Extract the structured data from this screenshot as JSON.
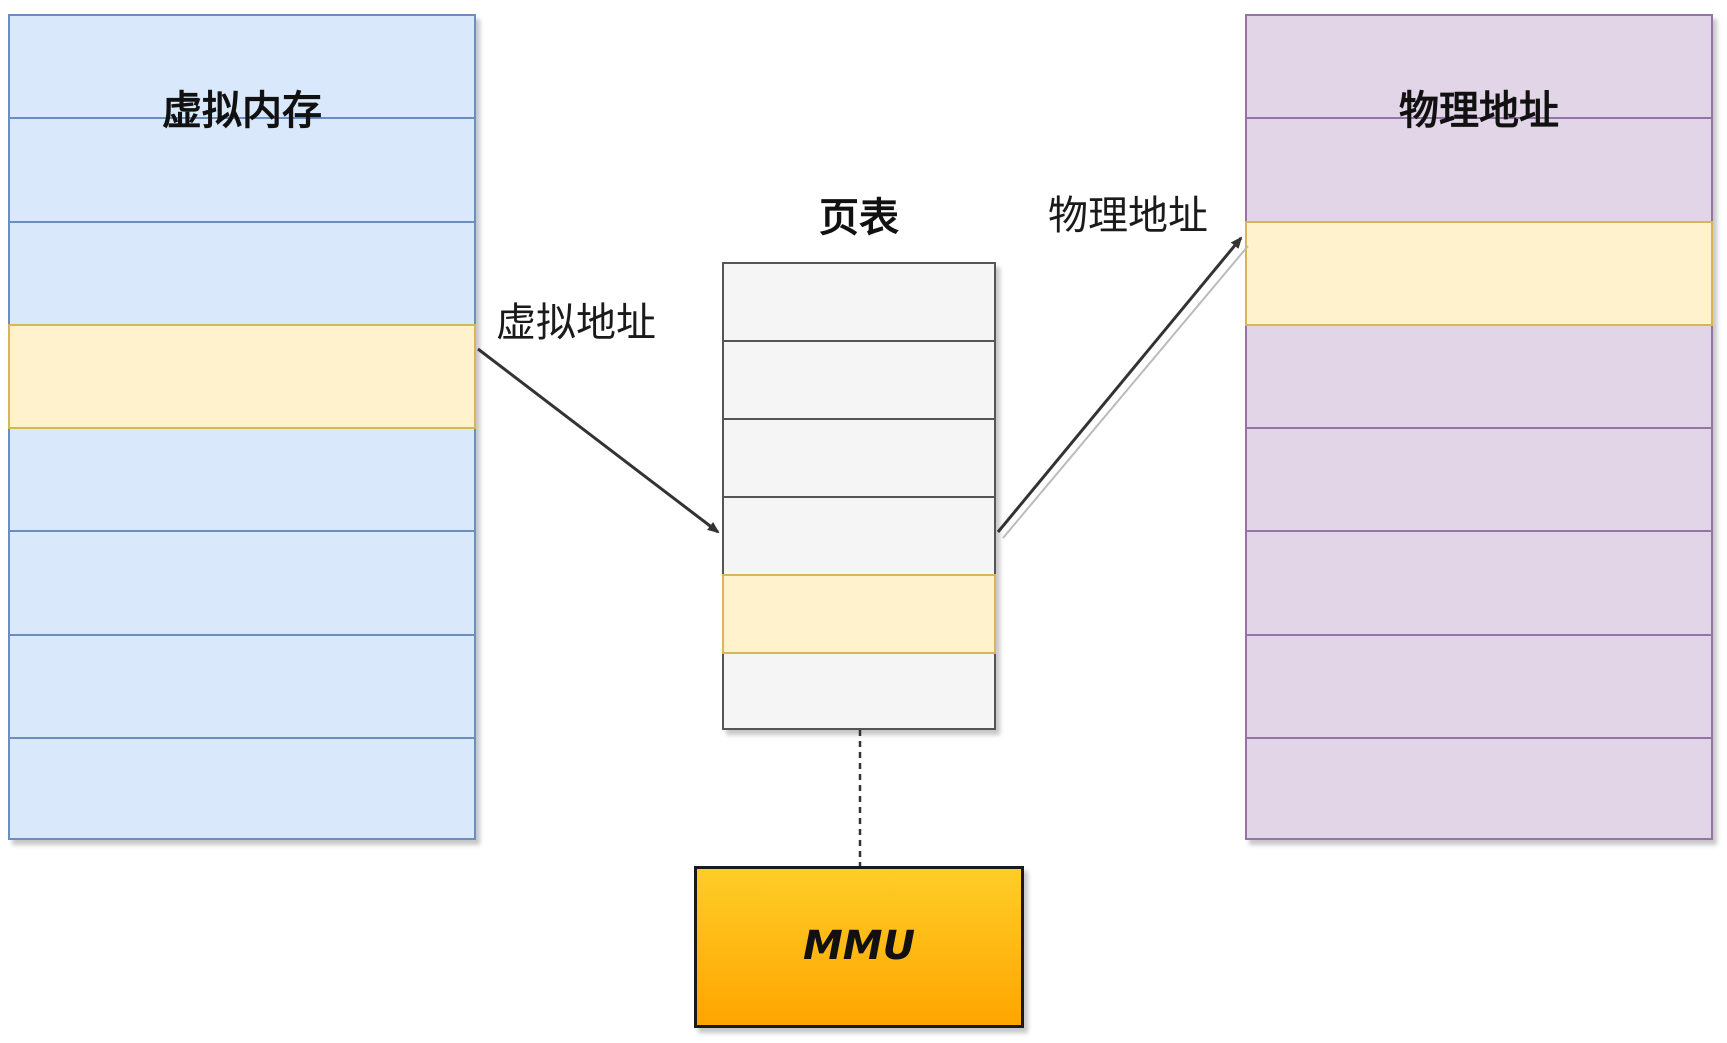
{
  "virtual_memory": {
    "title": "虚拟内存",
    "rows": 8,
    "highlight_row": 3,
    "fill": "#dae8fc",
    "stroke": "#6c8ebf"
  },
  "page_table": {
    "title": "页表",
    "rows": 6,
    "highlight_row": 4,
    "fill": "#f5f5f5",
    "stroke": "#555555"
  },
  "physical_memory": {
    "title": "物理地址",
    "rows": 8,
    "highlight_row": 2,
    "fill": "#e1d5e7",
    "stroke": "#9673a6"
  },
  "highlight": {
    "fill": "#fff2cc",
    "stroke": "#d6b656"
  },
  "mmu": {
    "label": "MMU",
    "fill_top": "#ffcd28",
    "fill_bottom": "#ffa500",
    "stroke": "#1a1a1a"
  },
  "edges": {
    "virtual_address_label": "虚拟地址",
    "physical_address_label": "物理地址"
  }
}
